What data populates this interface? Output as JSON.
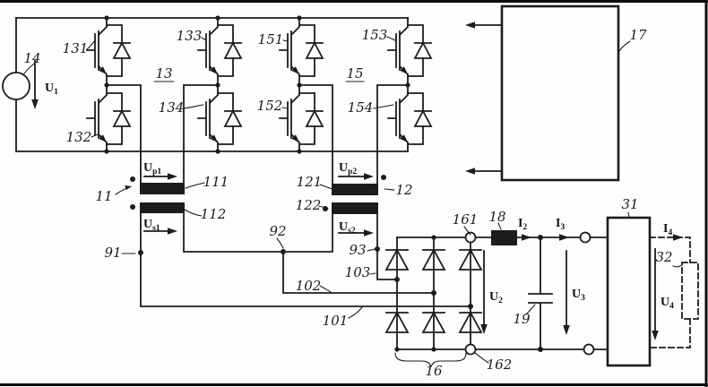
{
  "colors": {
    "ink": "#1c1c1c",
    "paper": "#fdfdfc"
  },
  "labels": {
    "source14": "14",
    "igbt131": "131",
    "igbt132": "132",
    "igbt133": "133",
    "igbt134": "134",
    "igbt151": "151",
    "igbt152": "152",
    "igbt153": "153",
    "igbt154": "154",
    "bridge13": "13",
    "bridge15": "15",
    "transformer11": "11",
    "transformer12": "12",
    "winding111": "111",
    "winding112": "112",
    "winding121": "121",
    "winding122": "122",
    "node91": "91",
    "node92": "92",
    "node93": "93",
    "wire101": "101",
    "wire102": "102",
    "wire103": "103",
    "rectifier16": "16",
    "node161": "161",
    "node162": "162",
    "inductor18": "18",
    "capacitor19": "19",
    "control17": "17",
    "block31": "31",
    "load32": "32"
  },
  "quantities": {
    "u1": {
      "base": "U",
      "sub": "1"
    },
    "up1": {
      "base": "U",
      "sub": "p1"
    },
    "us1": {
      "base": "U",
      "sub": "s1"
    },
    "up2": {
      "base": "U",
      "sub": "p2"
    },
    "us2": {
      "base": "U",
      "sub": "s2"
    },
    "u2": {
      "base": "U",
      "sub": "2"
    },
    "u3": {
      "base": "U",
      "sub": "3"
    },
    "u4": {
      "base": "U",
      "sub": "4"
    },
    "i2": {
      "base": "I",
      "sub": "2"
    },
    "i3": {
      "base": "I",
      "sub": "3"
    },
    "i4": {
      "base": "I",
      "sub": "4"
    }
  }
}
